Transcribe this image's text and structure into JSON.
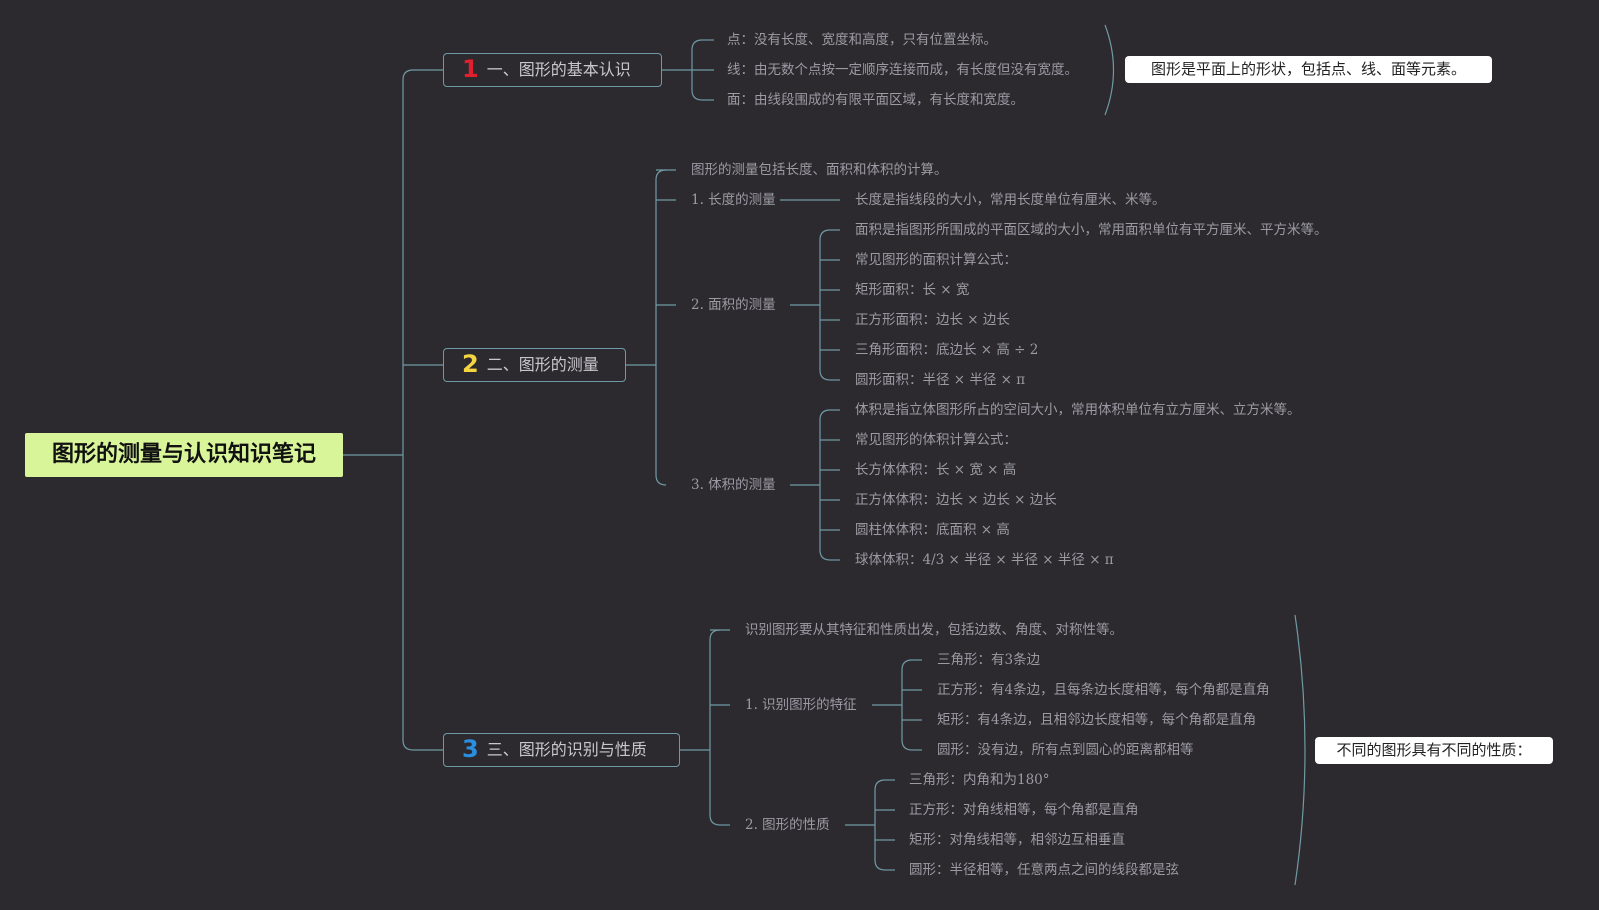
{
  "root": {
    "title": "图形的测量与认识知识笔记"
  },
  "topics": [
    {
      "num": "1",
      "num_color": "#e0202e",
      "label": "一、图形的基本认识"
    },
    {
      "num": "2",
      "num_color": "#f5d442",
      "label": "二、图形的测量"
    },
    {
      "num": "3",
      "num_color": "#2a8fe0",
      "label": "三、图形的识别与性质"
    }
  ],
  "t1": {
    "items": [
      "点：没有长度、宽度和高度，只有位置坐标。",
      "线：由无数个点按一定顺序连接而成，有长度但没有宽度。",
      "面：由线段围成的有限平面区域，有长度和宽度。"
    ],
    "summary": "图形是平面上的形状，包括点、线、面等元素。"
  },
  "t2": {
    "intro": "图形的测量包括长度、面积和体积的计算。",
    "length": {
      "label": "1. 长度的测量",
      "detail": "长度是指线段的大小，常用长度单位有厘米、米等。"
    },
    "area": {
      "label": "2. 面积的测量",
      "items": [
        "面积是指图形所围成的平面区域的大小，常用面积单位有平方厘米、平方米等。",
        "常见图形的面积计算公式：",
        "矩形面积：长 × 宽",
        "正方形面积：边长 × 边长",
        "三角形面积：底边长 × 高 ÷ 2",
        "圆形面积：半径 × 半径 × π"
      ]
    },
    "volume": {
      "label": "3. 体积的测量",
      "items": [
        "体积是指立体图形所占的空间大小，常用体积单位有立方厘米、立方米等。",
        "常见图形的体积计算公式：",
        "长方体体积：长 × 宽 × 高",
        "正方体体积：边长 × 边长 × 边长",
        "圆柱体体积：底面积 × 高",
        "球体体积：4/3 × 半径 × 半径 × 半径 × π"
      ]
    }
  },
  "t3": {
    "intro": "识别图形要从其特征和性质出发，包括边数、角度、对称性等。",
    "features": {
      "label": "1. 识别图形的特征",
      "items": [
        "三角形：有3条边",
        "正方形：有4条边，且每条边长度相等，每个角都是直角",
        "矩形：有4条边，且相邻边长度相等，每个角都是直角",
        "圆形：没有边，所有点到圆心的距离都相等"
      ]
    },
    "properties": {
      "label": "2. 图形的性质",
      "items": [
        "三角形：内角和为180°",
        "正方形：对角线相等，每个角都是直角",
        "矩形：对角线相等，相邻边互相垂直",
        "圆形：半径相等，任意两点之间的线段都是弦"
      ]
    },
    "summary": "不同的图形具有不同的性质："
  },
  "colors": {
    "background": "#2c2a2f",
    "line": "#6f9aa5",
    "root_fill": "#d9f59a",
    "leaf_text": "#9c9aa3"
  }
}
